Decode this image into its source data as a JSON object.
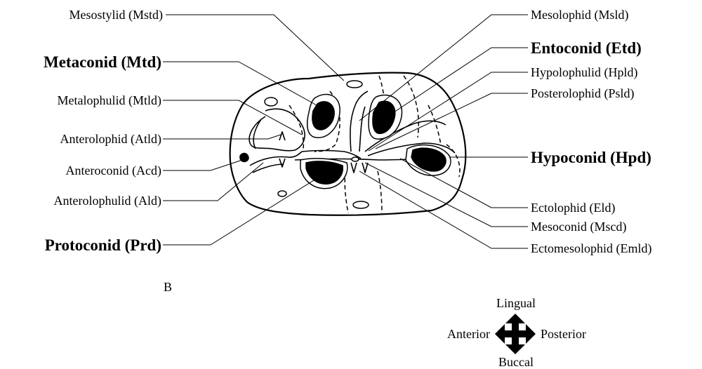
{
  "labels": {
    "mesostylid": "Mesostylid (Mstd)",
    "metaconid": "Metaconid (Mtd)",
    "metalophulid": "Metalophulid (Mtld)",
    "anterolophid": "Anterolophid (Atld)",
    "anteroconid": "Anteroconid (Acd)",
    "anterolophulid": "Anterolophulid (Ald)",
    "protoconid": "Protoconid (Prd)",
    "mesolophid": "Mesolophid (Msld)",
    "entoconid": "Entoconid (Etd)",
    "hypolophulid": "Hypolophulid (Hpld)",
    "posterolophid": "Posterolophid (Psld)",
    "hypoconid": "Hypoconid (Hpd)",
    "ectolophid": "Ectolophid (Eld)",
    "mesoconid": "Mesoconid (Mscd)",
    "ectomesolophid": "Ectomesolophid (Emld)"
  },
  "panel_letter": "B",
  "compass": {
    "top": "Lingual",
    "bottom": "Buccal",
    "left": "Anterior",
    "right": "Posterior"
  }
}
